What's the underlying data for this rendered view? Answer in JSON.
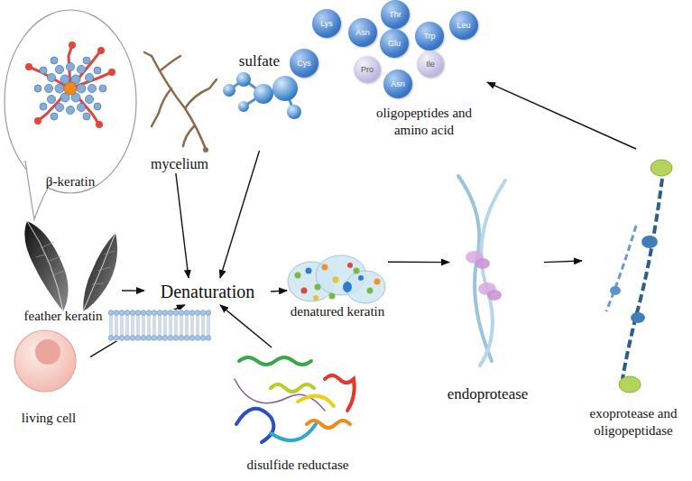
{
  "diagram": {
    "nodes": [
      {
        "text": [
          "β-keratin"
        ]
      },
      {
        "text": [
          "mycelium"
        ]
      },
      {
        "text": [
          "sulfate"
        ]
      },
      {
        "text": [
          "feather keratin"
        ]
      },
      {
        "text": [
          "Denaturation"
        ]
      },
      {
        "text": [
          "denatured keratin"
        ]
      },
      {
        "text": [
          "endoprotease"
        ]
      },
      {
        "text": [
          "exoprotease and oligopeptidase"
        ]
      },
      {
        "text": [
          "oligopeptides and amino acid"
        ]
      },
      {
        "text": [
          "living cell"
        ]
      },
      {
        "text": [
          "disulfide reductase"
        ]
      },
      {
        "text": [
          "Thr"
        ],
        "in": 8
      },
      {
        "text": [
          "Lys"
        ],
        "in": 8
      },
      {
        "text": [
          "Leu"
        ],
        "in": 8
      },
      {
        "text": [
          "Asn"
        ],
        "in": 8
      },
      {
        "text": [
          "Trp"
        ],
        "in": 8
      },
      {
        "text": [
          "Glu"
        ],
        "in": 8
      },
      {
        "text": [
          "Cys"
        ],
        "in": 8
      },
      {
        "text": [
          "Ile"
        ],
        "in": 8
      },
      {
        "text": [
          "Pro"
        ],
        "in": 8
      },
      {
        "text": [
          "Asn"
        ],
        "in": 8
      }
    ],
    "edges": [
      {
        "from": 1,
        "to": 4,
        "arrow": "to"
      },
      {
        "from": 2,
        "to": 4,
        "arrow": "to"
      },
      {
        "from": 3,
        "to": 4,
        "arrow": "to"
      },
      {
        "from": 9,
        "to": 4,
        "arrow": "to"
      },
      {
        "from": 10,
        "to": 4,
        "arrow": "to"
      },
      {
        "from": 4,
        "to": 5,
        "arrow": "to"
      },
      {
        "from": 5,
        "to": 6,
        "arrow": "to"
      },
      {
        "from": 6,
        "to": 7,
        "arrow": "to"
      },
      {
        "from": 7,
        "to": 8,
        "arrow": "to"
      }
    ]
  }
}
